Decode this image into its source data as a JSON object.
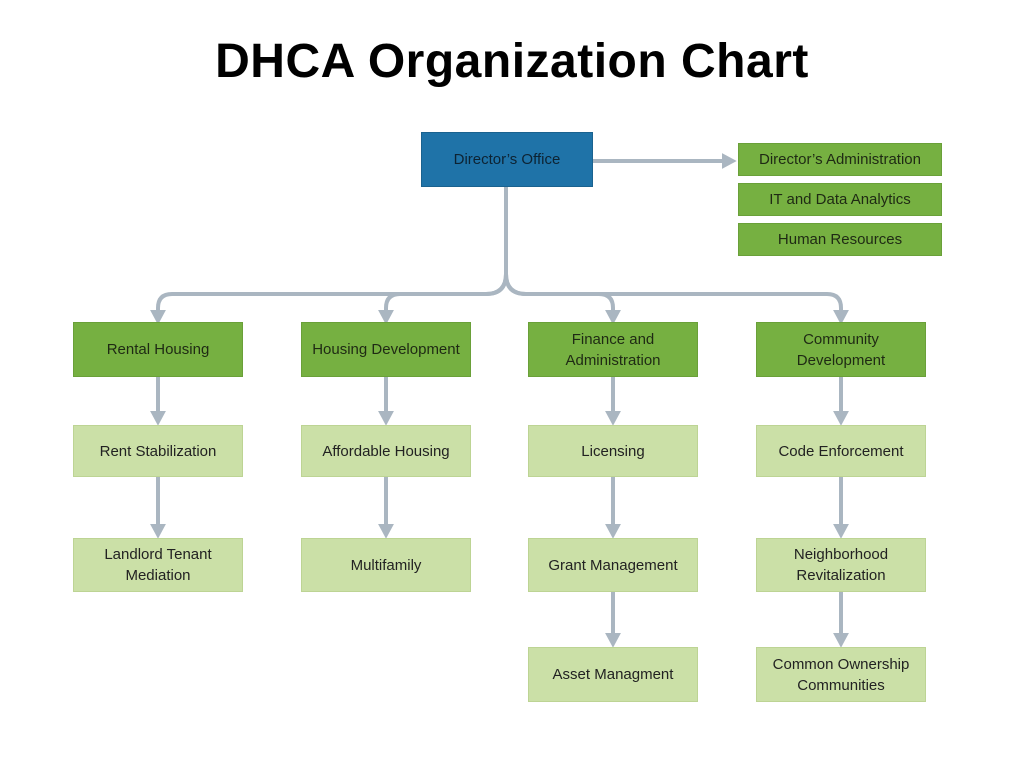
{
  "title": "DHCA Organization Chart",
  "colors": {
    "root_box": "#1f73a8",
    "primary_box": "#76b041",
    "secondary_box": "#cbe0a7",
    "connector": "#aab6c1",
    "title_text": "#000000"
  },
  "org": {
    "root": {
      "label": "Director’s Office"
    },
    "staff_offices": [
      {
        "label": "Director’s Administration"
      },
      {
        "label": "IT and Data Analytics"
      },
      {
        "label": "Human Resources"
      }
    ],
    "columns": [
      {
        "head": "Rental Housing",
        "children": [
          "Rent Stabilization",
          "Landlord Tenant Mediation"
        ]
      },
      {
        "head": "Housing Development",
        "children": [
          "Affordable Housing",
          "Multifamily"
        ]
      },
      {
        "head": "Finance and Administration",
        "children": [
          "Licensing",
          "Grant Management",
          "Asset Managment"
        ]
      },
      {
        "head": "Community Development",
        "children": [
          "Code Enforcement",
          "Neighborhood Revitalization",
          "Common Ownership Communities"
        ]
      }
    ]
  }
}
